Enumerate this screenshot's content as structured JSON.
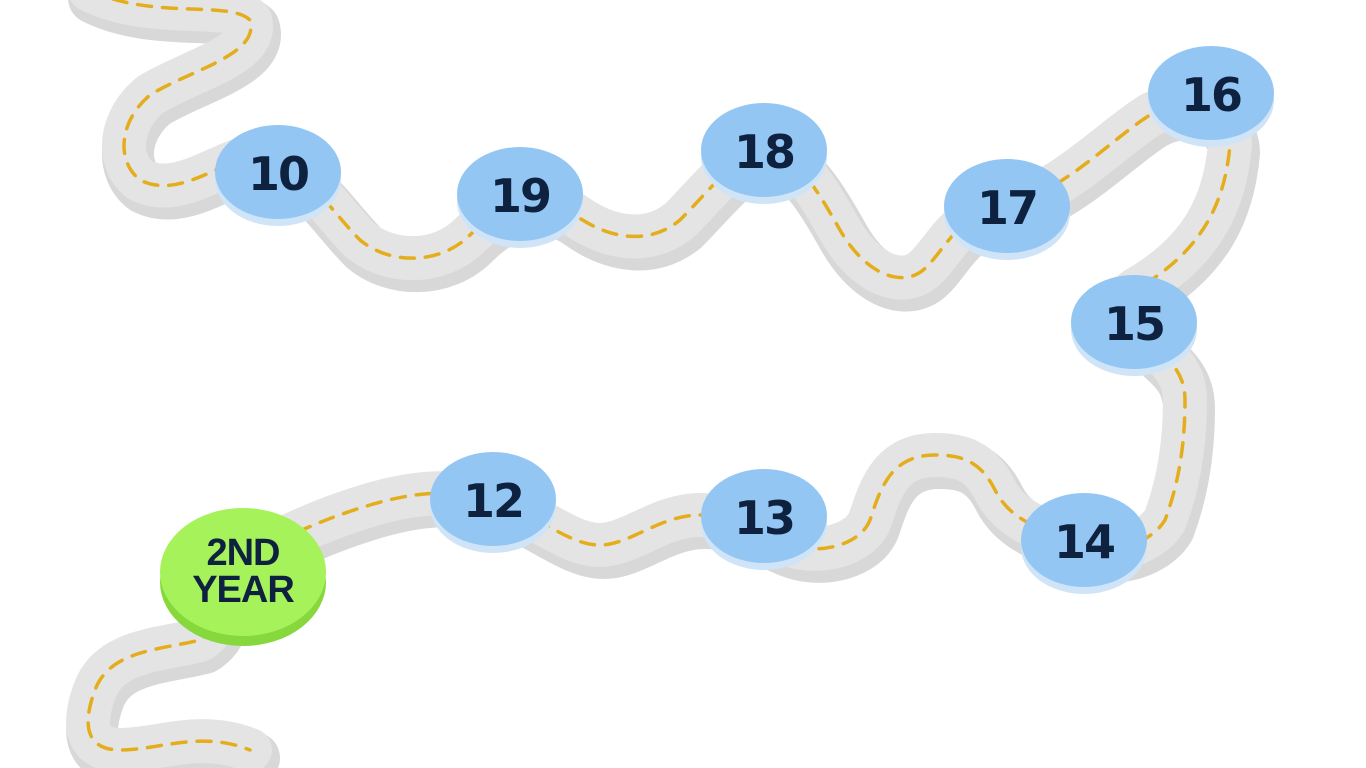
{
  "start": {
    "line1": "2ND",
    "line2": "YEAR"
  },
  "milestones": [
    {
      "label": "10"
    },
    {
      "label": "19"
    },
    {
      "label": "18"
    },
    {
      "label": "17"
    },
    {
      "label": "16"
    },
    {
      "label": "15"
    },
    {
      "label": "14"
    },
    {
      "label": "13"
    },
    {
      "label": "12"
    }
  ],
  "colors": {
    "milestone_fill": "#93c6f2",
    "milestone_rim": "#cfe4f7",
    "start_fill": "#a6f25a",
    "start_rim": "#86d83c",
    "road": "#e4e4e4",
    "road_shadow": "#d8d8d8",
    "dash": "#e3ad1c",
    "text": "#0e2240"
  }
}
